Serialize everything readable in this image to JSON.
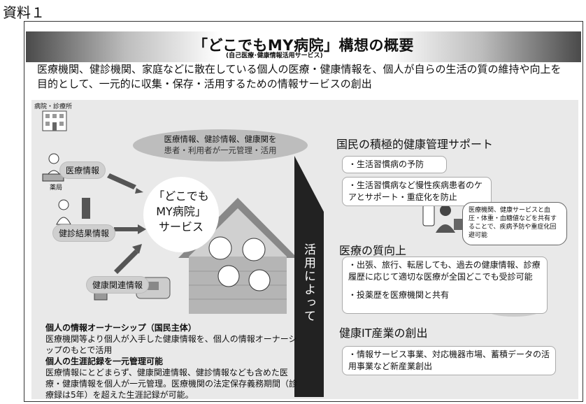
{
  "doc_label": "資料１",
  "banner": {
    "title": "「どこでもMY病院」構想の概要",
    "subtitle": "(自己医療･健康情報活用サービス)"
  },
  "intro": "医療機関、健診機関、家庭などに散在している個人の医療・健康情報を、個人が自らの生活の質の維持や向上を目的として、一元的に収集・保存・活用するための情報サービスの創出",
  "left": {
    "hospital_label": "病院・診療所",
    "pharmacy_label": "薬局",
    "info_medical": "医療情報",
    "info_checkup": "健診結果情報",
    "info_health": "健康関連情報",
    "ellipse_line1": "医療情報、健診情報、健康関を",
    "ellipse_line2": "患者・利用者が一元管理・活用",
    "service_line1": "「どこでも",
    "service_line2": "MY病院」",
    "service_line3": "サービス"
  },
  "arrow_text": "活用によって",
  "right": {
    "h1": "国民の積極的健康管理サポート",
    "h1_item1": "・生活習慣病の予防",
    "h1_item2": "・生活習慣病など慢性疾病患者のケアとサポート・重症化を防止",
    "speech": "医療機関、健康サービスと血圧・体重・血糖値などを共有することで、疾病予防や重症化回避可能",
    "h2": "医療の質向上",
    "h2_item1": "・出張、旅行、転居しても、過去の健康情報、診療履歴に応じて適切な医療が全国どこでも受診可能",
    "h2_item2": "・投薬歴を医療機関と共有",
    "h3": "健康IT産業の創出",
    "h3_item1": "・情報サービス事業、対応機器市場、蓄積データの活用事業など新産業創出"
  },
  "notes": {
    "title1": "個人の情報オーナーシップ（国民主体）",
    "body1": "医療機関等より個人が入手した健康情報を、個人の情報オーナーシップのもとで活用",
    "title2": "個人の生涯記録を一元管理可能",
    "body2": "医療情報にとどまらず、健康関連情報、健診情報なども含めた医療・健康情報を個人が一元管理。医療機関の法定保存義務期間（診療録は5年）を超えた生涯記録が可能。"
  }
}
